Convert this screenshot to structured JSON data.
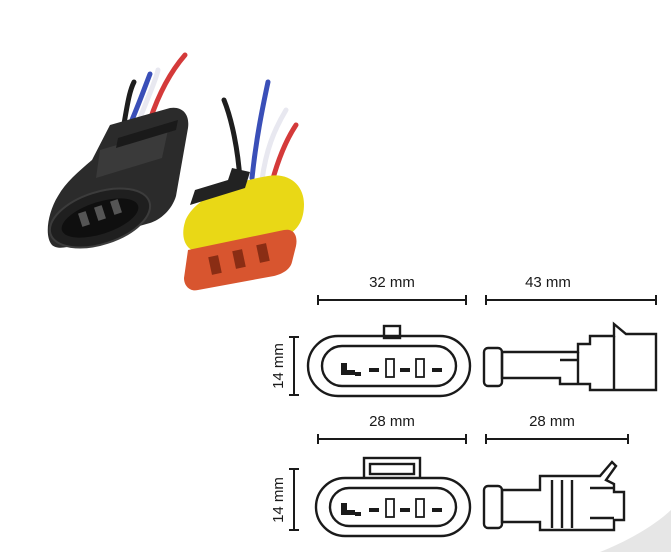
{
  "dimensions": {
    "top_front_width": "32 mm",
    "top_side_length": "43 mm",
    "top_height": "14 mm",
    "bottom_front_width": "28 mm",
    "bottom_side_length": "28 mm",
    "bottom_height": "14 mm"
  },
  "colors": {
    "male_housing": "#2b2b2b",
    "female_housing": "#d8552f",
    "female_seal": "#e9d816",
    "wire_red": "#d43a3a",
    "wire_blue": "#3a4fb8",
    "wire_white": "#e8e8f0",
    "wire_black": "#1e1e1e",
    "drawing_line": "#1a1a1a"
  }
}
